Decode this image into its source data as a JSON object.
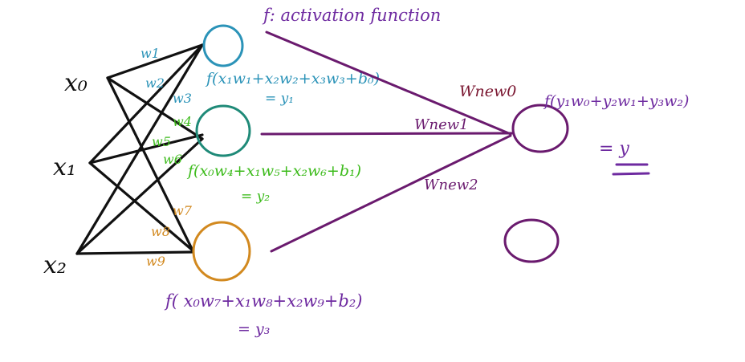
{
  "title": "f: activation function",
  "colors": {
    "black": "#111111",
    "blue": "#2b93b8",
    "teal": "#1f8a78",
    "green": "#3dbb1c",
    "orange": "#d2891f",
    "purple": "#6a1a6e",
    "violet": "#6e2aa0",
    "dark_red": "#7a1630"
  },
  "inputs": [
    {
      "label": "x₀"
    },
    {
      "label": "x₁"
    },
    {
      "label": "x₂"
    }
  ],
  "weights": {
    "blue": [
      "w1",
      "w2",
      "w3"
    ],
    "green": [
      "w4",
      "w5",
      "w6"
    ],
    "orange": [
      "w7",
      "w8",
      "w9"
    ]
  },
  "hidden": [
    {
      "formula": "f(x₁w₁+x₂w₂+x₃w₃+b₀)",
      "result": "= y₁"
    },
    {
      "formula": "f(x₀w₄+x₁w₅+x₂w₆+b₁)",
      "result": "= y₂"
    },
    {
      "formula": "f( x₀w₇+x₁w₈+x₂w₉+b₂)",
      "result": "= y₃"
    }
  ],
  "output_weights": [
    "Wnew0",
    "Wnew1",
    "Wnew2"
  ],
  "output": {
    "formula": "f(y₁w₀+y₂w₁+y₃w₂)",
    "result": "= y"
  }
}
